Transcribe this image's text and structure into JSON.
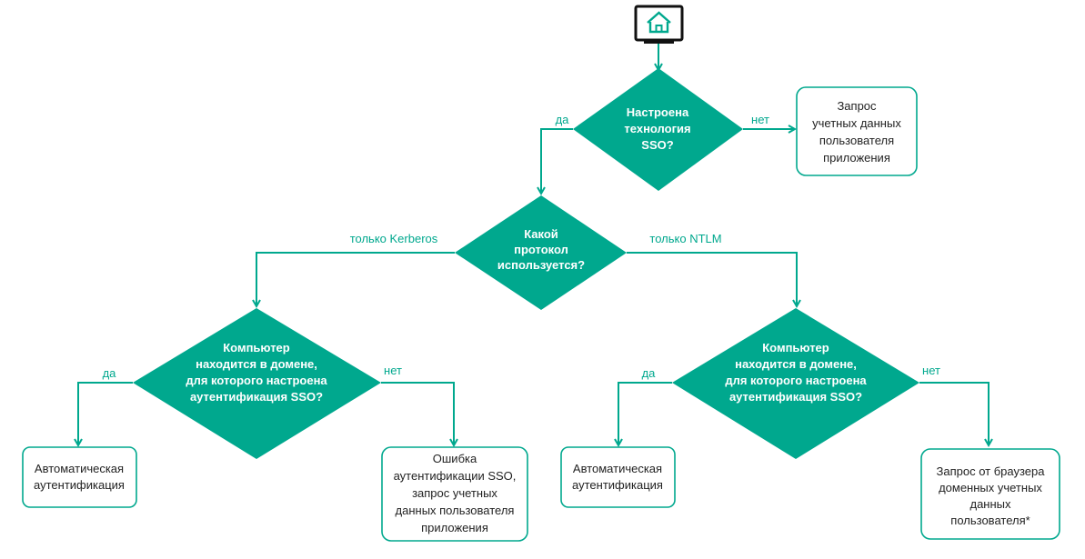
{
  "colors": {
    "accent": "#00a88e",
    "text": "#222222",
    "monitor": "#111111"
  },
  "icons": {
    "start": "monitor-home-icon"
  },
  "decisions": {
    "sso": {
      "lines": [
        "Настроена",
        "технология",
        "SSO?"
      ]
    },
    "protocol": {
      "lines": [
        "Какой",
        "протокол",
        "используется?"
      ]
    },
    "domain_left": {
      "lines": [
        "Компьютер",
        "находится в домене,",
        "для которого настроена",
        "аутентификация SSO?"
      ]
    },
    "domain_right": {
      "lines": [
        "Компьютер",
        "находится в домене,",
        "для которого настроена",
        "аутентификация SSO?"
      ]
    }
  },
  "edge_labels": {
    "sso_yes": "да",
    "sso_no": "нет",
    "kerberos": "только Kerberos",
    "ntlm": "только NTLM",
    "left_yes": "да",
    "left_no": "нет",
    "right_yes": "да",
    "right_no": "нет"
  },
  "results": {
    "app_credentials": {
      "lines": [
        "Запрос",
        "учетных данных",
        "пользователя",
        "приложения"
      ]
    },
    "auto_left": {
      "lines": [
        "Автоматическая",
        "аутентификация"
      ]
    },
    "sso_error": {
      "lines": [
        "Ошибка",
        "аутентификации SSO,",
        "запрос учетных",
        "данных пользователя",
        "приложения"
      ]
    },
    "auto_right": {
      "lines": [
        "Автоматическая",
        "аутентификация"
      ]
    },
    "browser_credentials": {
      "lines": [
        "Запрос от браузера",
        "доменных учетных",
        "данных",
        "пользователя*"
      ]
    }
  }
}
